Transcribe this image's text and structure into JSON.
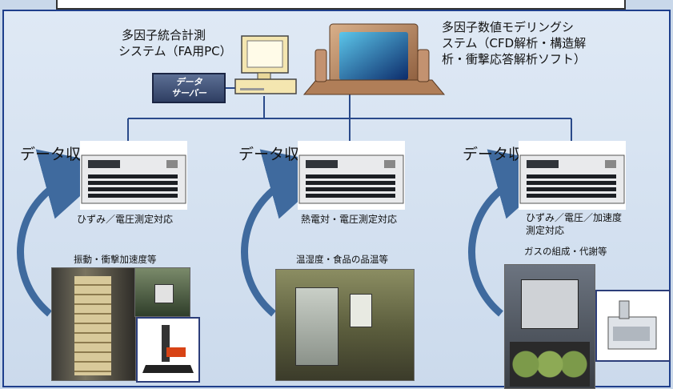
{
  "system": {
    "pc_label_line1": "多因子統合計測",
    "pc_label_line2": "システム（FA用PC）",
    "server_line1": "データ",
    "server_line2": "サーバー",
    "modeling_line1": "多因子数値モデリングシ",
    "modeling_line2": "ステム（CFD解析・構造解",
    "modeling_line3": "析・衝撃応答解析ソフト）"
  },
  "stations": [
    {
      "heading": "データ収集",
      "logger_caption": "ひずみ／電圧測定対応",
      "measurement": "振動・衝撃加速度等"
    },
    {
      "heading": "データ収集",
      "logger_caption": "熱電対・電圧測定対応",
      "measurement": "温湿度・食品の品温等"
    },
    {
      "heading": "データ収集",
      "logger_caption_line1": "ひずみ／電圧／加速度",
      "logger_caption_line2": "測定対応",
      "measurement": "ガスの組成・代謝等"
    }
  ],
  "colors": {
    "frame_border": "#1e3f8c",
    "background": "#d6e3f1",
    "network_line": "#2a4a8a",
    "arrow": "#3f6a9e"
  }
}
